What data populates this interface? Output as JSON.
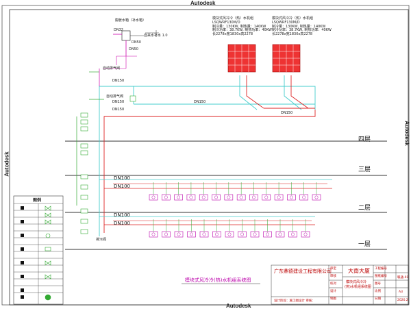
{
  "watermark": "Autodesk",
  "pump_station": {
    "title": "膨胀水箱（补水箱）",
    "label_dn32": "DN32",
    "label_dn50a": "DN50",
    "label_dn50b": "DN50",
    "note": "自来水补水  1.0"
  },
  "chiller_1": {
    "lines": [
      "模块式风冷冷（热）水机组",
      "LSQWRF130M/D",
      "制冷量：130KW, 制热量：140KW",
      "制冷功率：38.7KW, 制热功率：40KW",
      "长2278x宽1830x高2278"
    ]
  },
  "chiller_2": {
    "lines": [
      "模块式风冷冷（热）水机组",
      "LSQWRF130M/D",
      "制冷量：130KW, 制热量：140KW",
      "制冷功率：38.7KW, 制热功率：40KW",
      "长2278x宽1830x高2278"
    ]
  },
  "pipes": {
    "auto_vent_1": "自动排气阀",
    "auto_vent_2": "自动排气阀",
    "dn150_a": "DN150",
    "dn150_b": "DN150",
    "dn150_c": "DN150",
    "dn150_d": "DN150",
    "dn150_e": "DN150",
    "dn100_1": "DN100",
    "dn100_2": "DN100",
    "dn100_3": "DN100",
    "dn100_4": "DN100",
    "drain": "排污阀"
  },
  "floors": {
    "f4": "四层",
    "f3": "三层",
    "f2": "二层",
    "f1": "一层"
  },
  "legend": {
    "title": "图例"
  },
  "drawing_title": "模块式风冷冷(热)水机组系统图",
  "title_block": {
    "company": "广东鼎德建设工程有限公司",
    "project": "大南大厦",
    "drawing_name_1": "模块式风冷冷",
    "drawing_name_2": "(热)水机组系统图",
    "footer": "设计阶段：施工图设计   审核：",
    "sheet_no": "暖通-01",
    "scale": "A3",
    "date": "2020.2",
    "roles": [
      "审定",
      "审核",
      "校对",
      "设计",
      "制图"
    ],
    "fields": [
      "工程编号",
      "图纸编号",
      "图号",
      "比例",
      "日期"
    ]
  }
}
